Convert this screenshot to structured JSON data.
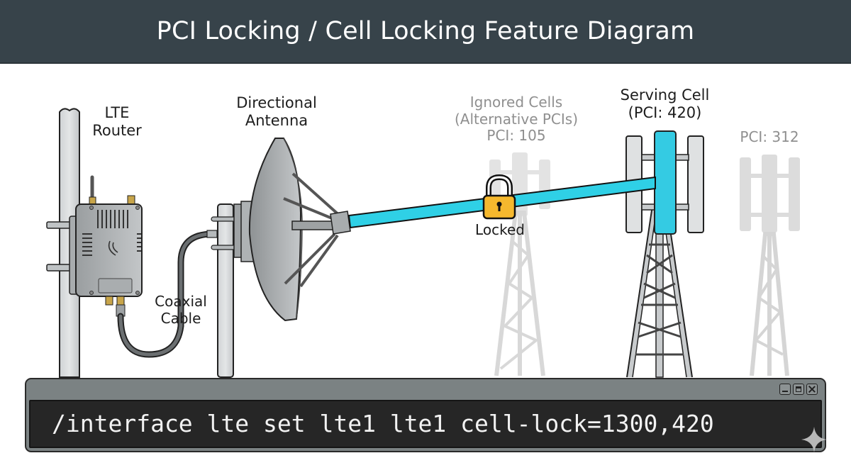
{
  "header": {
    "title": "PCI Locking / Cell Locking Feature Diagram"
  },
  "labels": {
    "router": [
      "LTE",
      "Router"
    ],
    "antenna": [
      "Directional",
      "Antenna"
    ],
    "cable": [
      "Coaxial",
      "Cable"
    ],
    "ignored": [
      "Ignored Cells",
      "(Alternative PCIs)",
      "PCI: 105"
    ],
    "serving": [
      "Serving Cell",
      "(PCI: 420)"
    ],
    "other_pci": "PCI: 312",
    "locked": "Locked"
  },
  "towers": [
    {
      "name": "ignored-tower-105",
      "pci": 105,
      "state": "ignored"
    },
    {
      "name": "serving-tower-420",
      "pci": 420,
      "state": "serving"
    },
    {
      "name": "ignored-tower-312",
      "pci": 312,
      "state": "ignored"
    }
  ],
  "terminal": {
    "command": "/interface lte set lte1 lte1 cell-lock=1300,420",
    "buttons": [
      "minimize",
      "maximize",
      "close"
    ]
  },
  "colors": {
    "header_bg": "#37434a",
    "beam": "#2fd0e6",
    "serving_panel": "#34cbe3",
    "lock": "#f5b82e",
    "faded": "#c9c9c9",
    "terminal_frame": "#7b8283",
    "terminal_screen": "#262626"
  },
  "icons": {
    "lock": "padlock-icon",
    "sparkle": "sparkle-icon",
    "router_logo": "mikrotik-logo-icon"
  }
}
